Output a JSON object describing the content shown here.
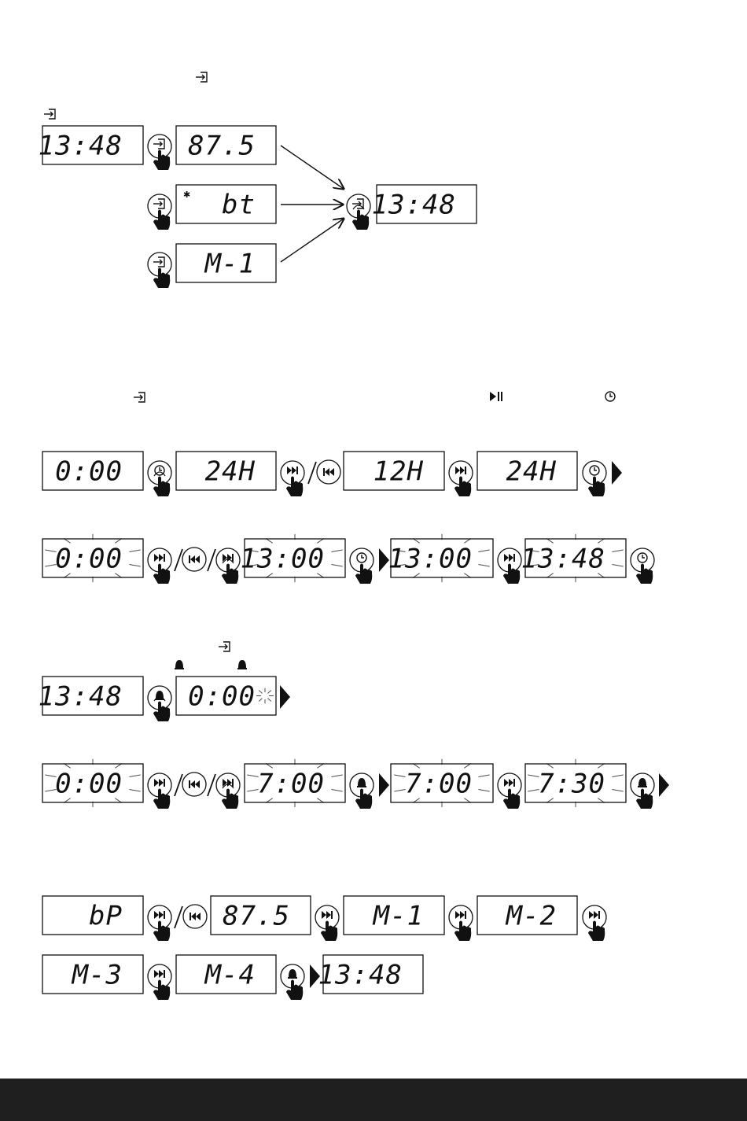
{
  "colors": {
    "ink": "#111111",
    "background": "#ffffff",
    "footer": "#1f1f1f"
  },
  "icons": {
    "source": "source-input-icon",
    "next": "skip-forward-icon",
    "prev": "skip-back-icon",
    "clock": "clock-icon",
    "alarm": "bell-icon",
    "play_pause": "play-pause-icon",
    "bluetooth": "bluetooth-icon",
    "hand": "pressing-hand-icon"
  },
  "section_source": {
    "top_icon": "→",
    "sub_icon": "→",
    "start_display": "13:48",
    "branches": [
      "87.5",
      "bt",
      "M-1"
    ],
    "end_display": "13:48"
  },
  "section_clock": {
    "inline_icons": [
      "source",
      "play_pause",
      "clock"
    ],
    "row1": [
      "0:00",
      "24H",
      "12H",
      "24H"
    ],
    "row2": [
      "0:00",
      "13:00",
      "13:00",
      "13:48"
    ]
  },
  "section_alarm": {
    "inline_icons": [
      "source",
      "alarm",
      "alarm"
    ],
    "row1": [
      "13:48",
      "0:00"
    ],
    "row2": [
      "0:00",
      "7:00",
      "7:00",
      "7:30"
    ]
  },
  "section_preset": {
    "row1": [
      "bP",
      "87.5",
      "M-1",
      "M-2"
    ],
    "row2": [
      "M-3",
      "M-4",
      "13:48"
    ]
  }
}
